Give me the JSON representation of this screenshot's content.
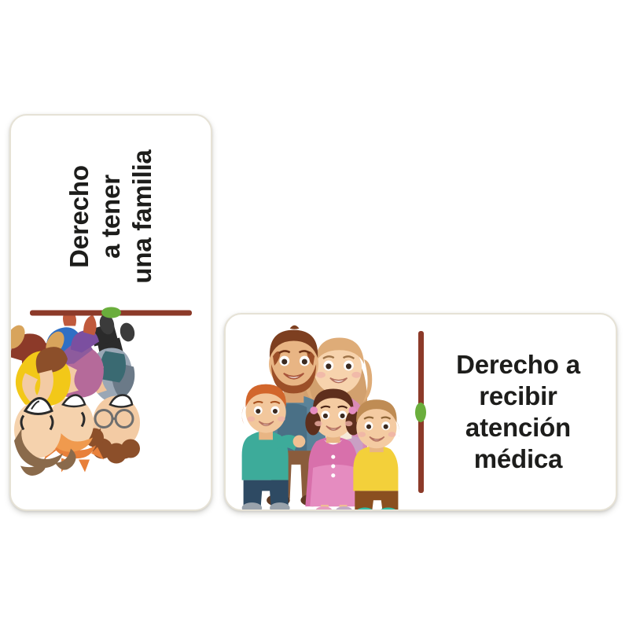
{
  "page": {
    "background_color": "#ffffff",
    "title": "Derechos de los niños - fichas de dominó"
  },
  "palette": {
    "divider_bar": "#8c3a29",
    "divider_dot": "#6aae3c",
    "card_border": "#e6e2d6",
    "card_background": "#ffffff",
    "text": "#1d1d1b"
  },
  "cards": [
    {
      "id": "card-family",
      "orientation": "rotated-90-ccw",
      "illustration_name": "family-playing-illustration",
      "illustration_alt": "Tres personajes de dibujos animados jugando: padre con camiseta amarilla, niño pelirrojo y niño con gafas",
      "divider": {
        "dot_color": "#6aae3c",
        "bar_color": "#8c3a29"
      },
      "text_lines": [
        "Derecho",
        "a tener",
        "una familia"
      ],
      "text_full": "Derecho a tener una familia"
    },
    {
      "id": "card-health",
      "orientation": "horizontal",
      "illustration_name": "family-portrait-illustration",
      "illustration_alt": "Familia de cinco: padre con barba, madre rubia y tres niños",
      "divider": {
        "dot_color": "#6aae3c",
        "bar_color": "#8c3a29"
      },
      "text_lines": [
        "Derecho a",
        "recibir",
        "atención",
        "médica"
      ],
      "text_full": "Derecho a recibir atención médica"
    }
  ]
}
